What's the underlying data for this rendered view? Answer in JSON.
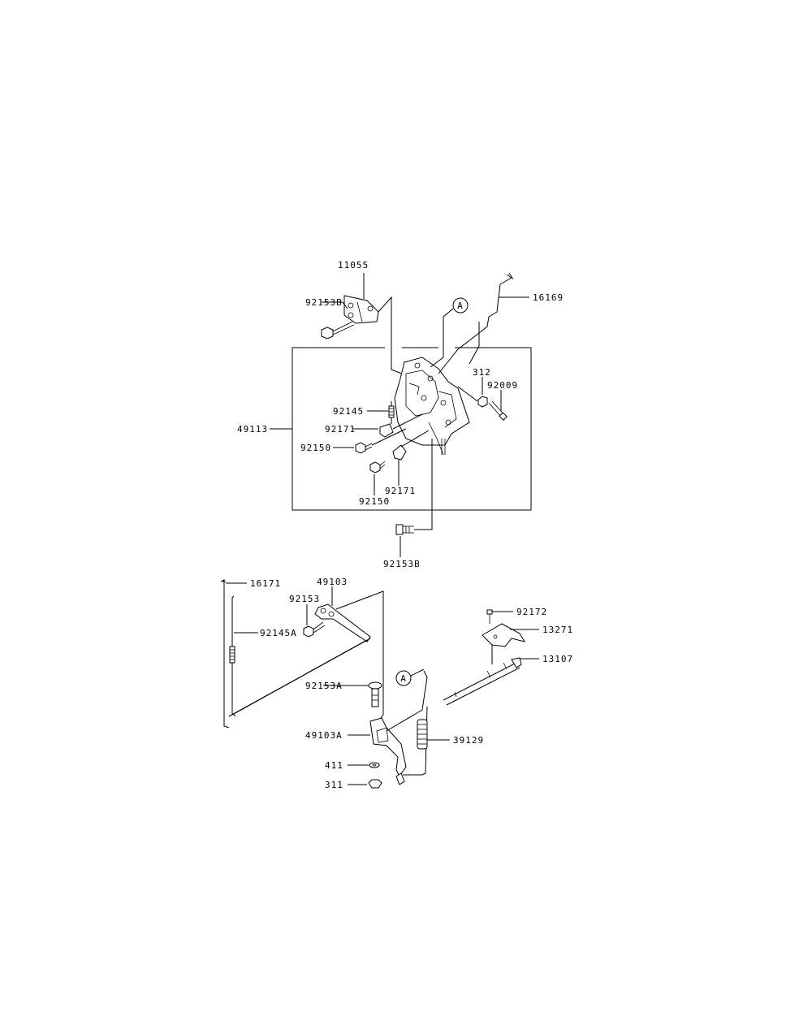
{
  "diagram": {
    "ref_mark": "A",
    "labels": {
      "p11055": "11055",
      "p92153B_top": "92153B",
      "p16169": "16169",
      "p312": "312",
      "p92009": "92009",
      "p92145": "92145",
      "p49113": "49113",
      "p92171_a": "92171",
      "p92150_a": "92150",
      "p92171_b": "92171",
      "p92150_b": "92150",
      "p92153B_bottom": "92153B",
      "p16171": "16171",
      "p49103": "49103",
      "p92153": "92153",
      "p92145A": "92145A",
      "p92153A": "92153A",
      "p49103A": "49103A",
      "p411": "411",
      "p311": "311",
      "p92172": "92172",
      "p13271": "13271",
      "p13107": "13107",
      "p39129": "39129"
    }
  }
}
